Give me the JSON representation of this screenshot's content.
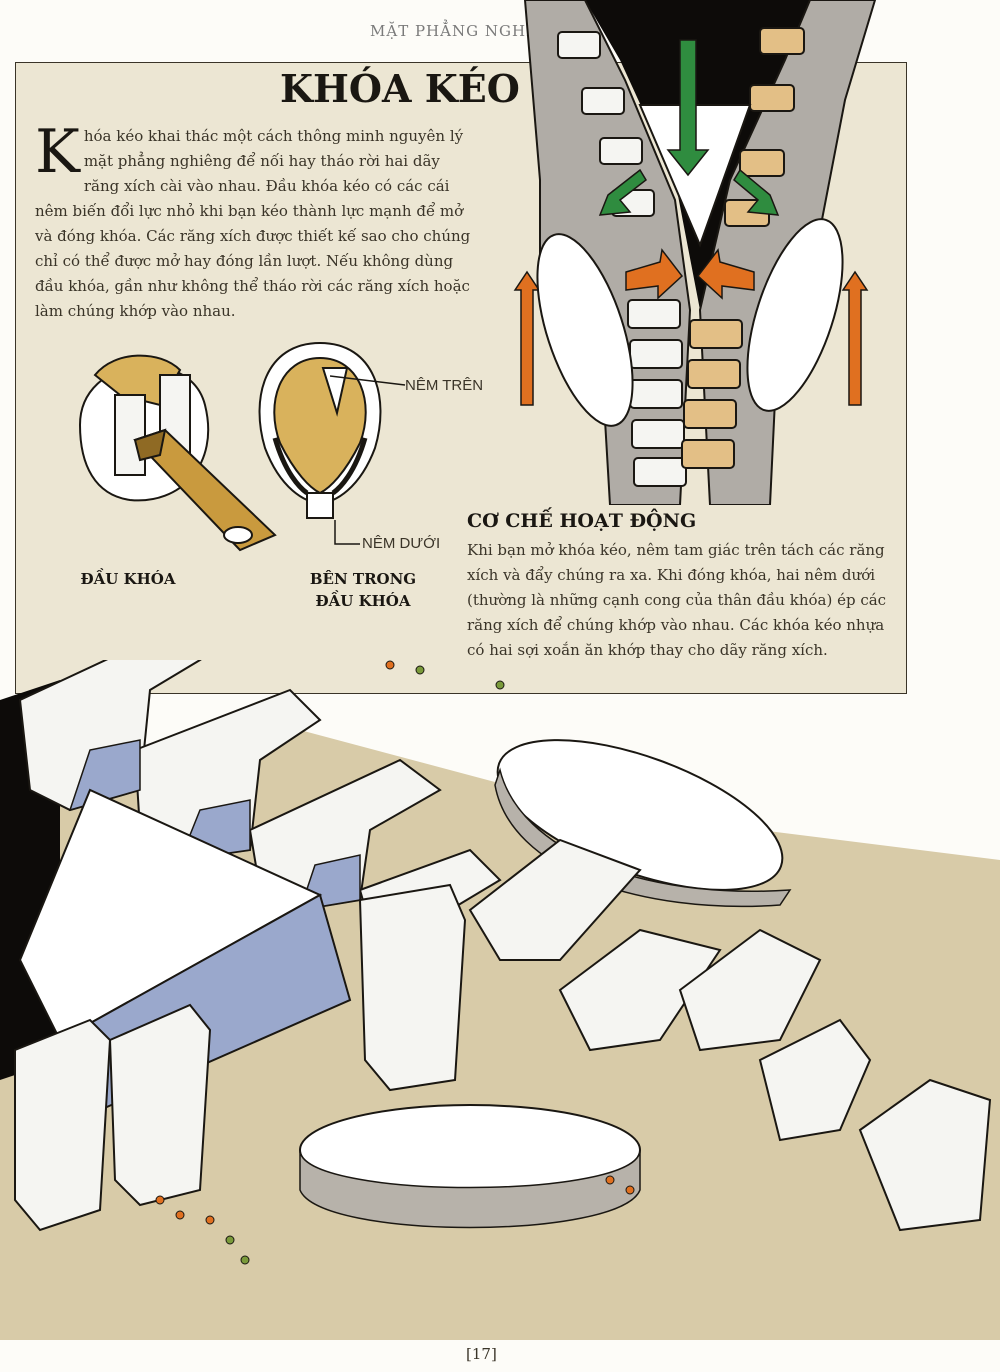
{
  "header": {
    "text": "MẶT PHẲNG NGHIÊNG"
  },
  "title": "KHÓA KÉO",
  "intro": {
    "dropcap": "K",
    "text": "hóa kéo khai thác một cách thông minh nguyên lý mặt phẳng nghiêng để nối hay tháo rời hai dãy răng xích cài vào nhau. Đầu khóa kéo có các cái nêm biến đổi lực nhỏ khi bạn kéo thành lực mạnh để mở và đóng khóa. Các răng xích được thiết kế sao cho chúng chỉ có thể được mở hay đóng lần lượt. Nếu không dùng đầu khóa, gần như không thể tháo rời các răng xích hoặc làm chúng khớp vào nhau."
  },
  "labels": {
    "upper_wedge": "NÊM TRÊN",
    "lower_wedge": "NÊM DƯỚI",
    "slider_head": "ĐẦU KHÓA",
    "inside_line1": "BÊN TRONG",
    "inside_line2": "ĐẦU KHÓA"
  },
  "section": {
    "title": "CƠ CHẾ HOẠT ĐỘNG",
    "body": "Khi bạn mở khóa kéo, nêm tam giác trên tách các răng xích và đẩy chúng ra xa. Khi đóng khóa, hai nêm dưới (thường là những cạnh cong của thân đầu khóa) ép các răng xích để chúng khớp vào nhau. Các khóa kéo nhựa có hai sợi xoắn ăn khớp thay cho dãy răng xích."
  },
  "page_number": "[17]",
  "colors": {
    "panel": "#ece6d3",
    "ink": "#1a1712",
    "brass": "#d9b25c",
    "teeth_tan": "#e3bf86",
    "arrow_green": "#2f8c3f",
    "arrow_orange": "#e07020",
    "block_blue": "#9aa8cc",
    "ground": "#d8cba8"
  }
}
